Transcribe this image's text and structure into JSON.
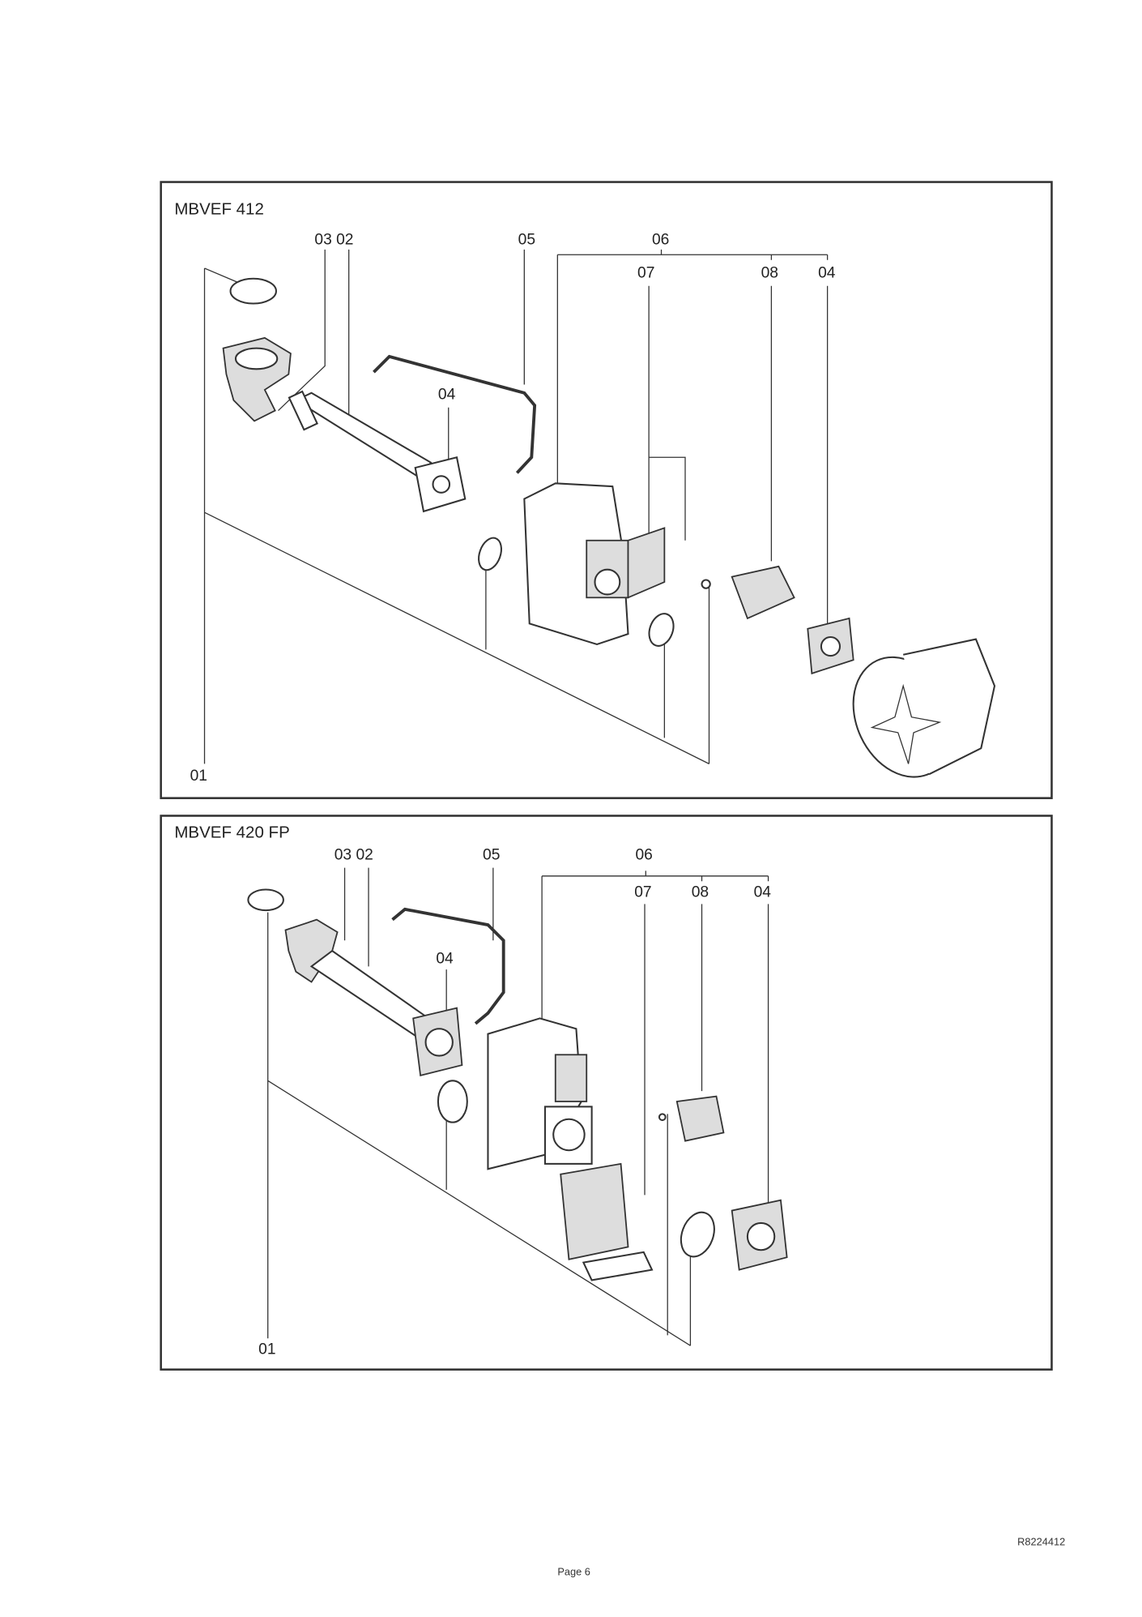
{
  "diagrams": [
    {
      "title": "MBVEF 412",
      "labels": {
        "p0302": "03 02",
        "p05": "05",
        "p06": "06",
        "p07": "07",
        "p08": "08",
        "p04a": "04",
        "p04b": "04",
        "p01": "01"
      }
    },
    {
      "title": "MBVEF 420 FP",
      "labels": {
        "p0302": "03 02",
        "p05": "05",
        "p06": "06",
        "p07": "07",
        "p08": "08",
        "p04a": "04",
        "p04b": "04",
        "p01": "01"
      }
    }
  ],
  "footer": {
    "reference": "R8224412",
    "page": "Page 6"
  }
}
